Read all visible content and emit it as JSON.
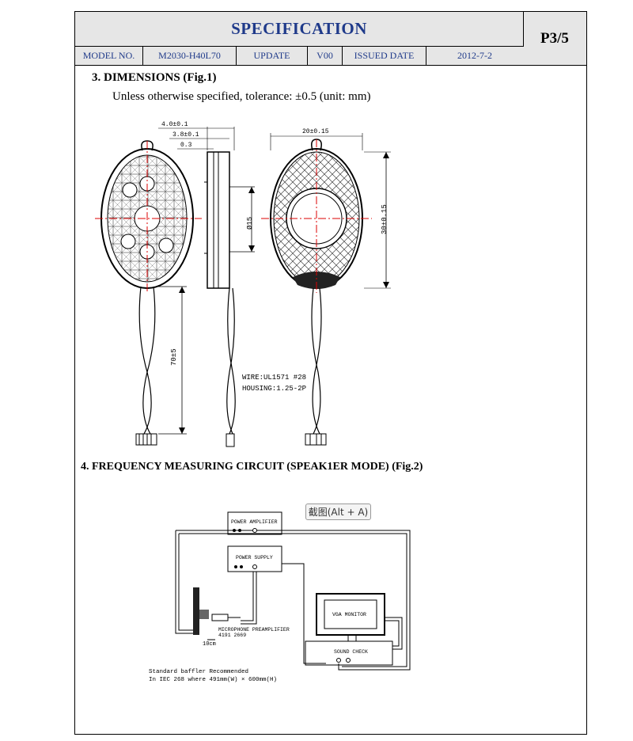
{
  "header": {
    "title": "SPECIFICATION",
    "page": "P3/5",
    "model_label": "MODEL NO.",
    "model_value": "M2030-H40L70",
    "update_label": "UPDATE",
    "update_value": "V00",
    "issued_label": "ISSUED DATE",
    "issued_value": "2012-7-2"
  },
  "section3": {
    "heading": "3.   DIMENSIONS (Fig.1)",
    "note": "Unless otherwise specified, tolerance: ±0.5    (unit: mm)",
    "dims": {
      "d1": "4.0±0.1",
      "d2": "3.8±0.1",
      "d3": "0.3",
      "width": "20±0.15",
      "height": "30±0.15",
      "dia": "Ø15",
      "lead": "70±5",
      "wire": "WIRE:UL1571 #28",
      "housing": "HOUSING:1.25-2P"
    }
  },
  "section4": {
    "heading": "4.    FREQUENCY MEASURING CIRCUIT (SPEAK1ER MODE)    (Fig.2)",
    "power_amp": "POWER AMPLIFIER",
    "power_supply": "POWER SUPPLY",
    "vga": "VGA  MONITOR",
    "sound_check": "SOUND CHECK",
    "mic": "MICROPHONE  PREAMPLIFIER",
    "mic_num": "4191          2669",
    "dist": "10cm",
    "baffle1": "Standard baffler Recommended",
    "baffle2": "In IEC 268  where 491mm(W) × 600mm(H)"
  },
  "popup": "截图(Alt + A)"
}
